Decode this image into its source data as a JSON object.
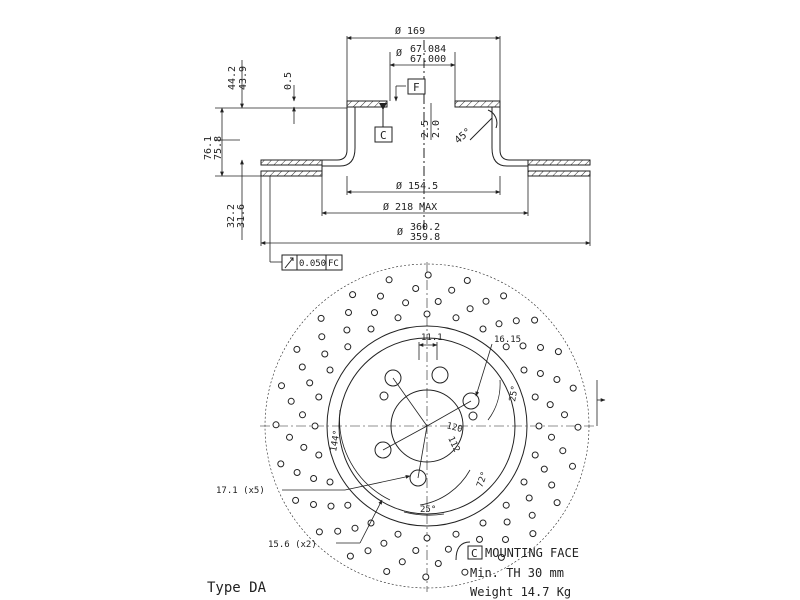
{
  "section": {
    "dim_hub_dia": "Ø 169",
    "dim_pilot_max": "67.084",
    "dim_pilot_min": "67.000",
    "pilot_prefix": "Ø",
    "dim_inner_dia": "Ø 154.5",
    "dim_vent_dia": "Ø 218 MAX",
    "dim_outer_max": "360.2",
    "dim_outer_min": "359.8",
    "outer_prefix": "Ø",
    "dim_hat_h_max": "44.2",
    "dim_hat_h_min": "43.9",
    "dim_total_h_max": "76.1",
    "dim_total_h_min": "75.8",
    "dim_vent_max": "32.2",
    "dim_vent_min": "31.6",
    "dim_step": "0.5",
    "dim_chamfer_max": "2.5",
    "dim_chamfer_min": "2.0",
    "angle_chamfer": "45°",
    "datum_f": "F",
    "datum_c": "C",
    "tolerance_value": "0.050",
    "tolerance_ref": "FC"
  },
  "face": {
    "dim_slot": "11.1",
    "dim_hole_big": "16.15",
    "dim_pcd": "120",
    "dim_pcd2": "112",
    "angle_a": "25°",
    "angle_b": "144°",
    "angle_c": "72°",
    "angle_d": "25°",
    "hole_spec_1": "17.1 (x5)",
    "hole_spec_2": "15.6 (x2)"
  },
  "notes": {
    "mounting_letter": "C",
    "mounting_face": "MOUNTING FACE",
    "min_th": "Min. TH  30  mm",
    "weight": "Weight 14.7 Kg",
    "type": "Type DA"
  }
}
